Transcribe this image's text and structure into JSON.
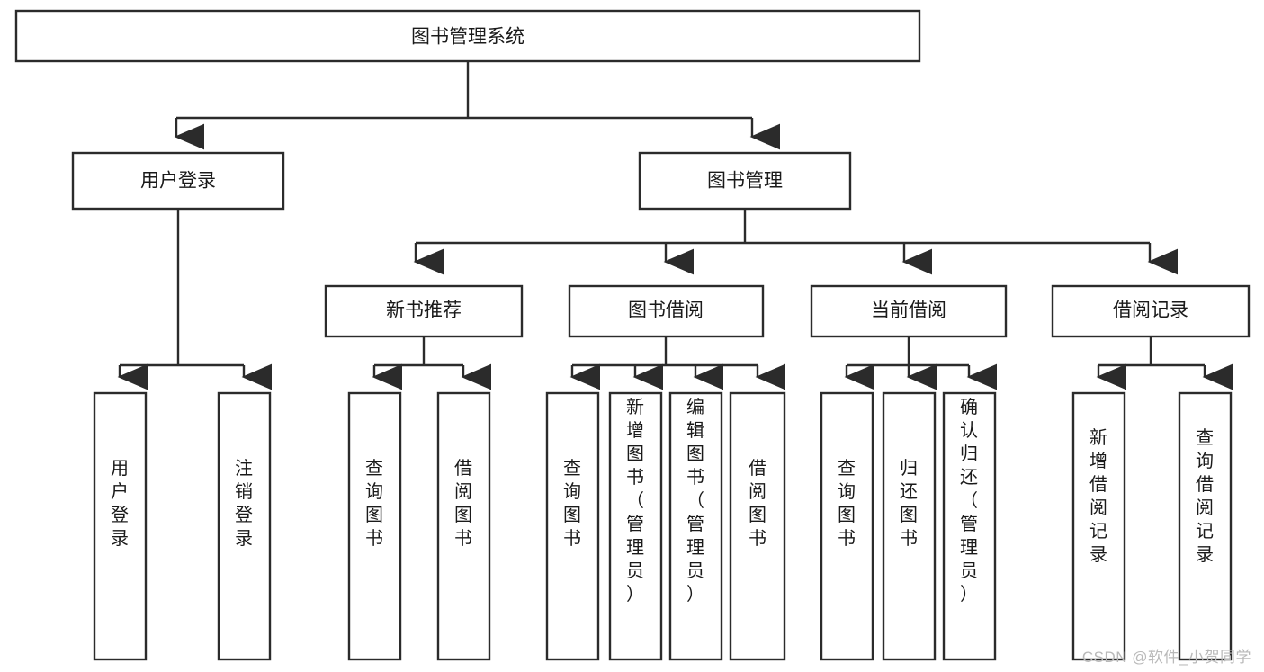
{
  "diagram": {
    "title": "图书管理系统",
    "type": "tree-hierarchy",
    "watermark": "CSDN @软件_小贺同学",
    "levels": {
      "root": {
        "label": "图书管理系统"
      },
      "level2": [
        {
          "id": "user-login",
          "label": "用户登录"
        },
        {
          "id": "book-manage",
          "label": "图书管理"
        }
      ],
      "level3": [
        {
          "id": "new-book-recommend",
          "label": "新书推荐",
          "parent": "book-manage"
        },
        {
          "id": "book-borrow",
          "label": "图书借阅",
          "parent": "book-manage"
        },
        {
          "id": "current-borrow",
          "label": "当前借阅",
          "parent": "book-manage"
        },
        {
          "id": "borrow-record",
          "label": "借阅记录",
          "parent": "book-manage"
        }
      ],
      "leaves": [
        {
          "id": "leaf-user-login",
          "label": "用户登录",
          "parent": "user-login"
        },
        {
          "id": "leaf-user-logout",
          "label": "注销登录",
          "parent": "user-login"
        },
        {
          "id": "leaf-query-book-1",
          "label": "查询图书",
          "parent": "new-book-recommend"
        },
        {
          "id": "leaf-borrow-book-1",
          "label": "借阅图书",
          "parent": "new-book-recommend"
        },
        {
          "id": "leaf-query-book-2",
          "label": "查询图书",
          "parent": "book-borrow"
        },
        {
          "id": "leaf-add-book",
          "label": "新增图书（管理员）",
          "parent": "book-borrow"
        },
        {
          "id": "leaf-edit-book",
          "label": "编辑图书（管理员）",
          "parent": "book-borrow"
        },
        {
          "id": "leaf-borrow-book-2",
          "label": "借阅图书",
          "parent": "book-borrow"
        },
        {
          "id": "leaf-query-book-3",
          "label": "查询图书",
          "parent": "current-borrow"
        },
        {
          "id": "leaf-return-book",
          "label": "归还图书",
          "parent": "current-borrow"
        },
        {
          "id": "leaf-confirm-return",
          "label": "确认归还（管理员）",
          "parent": "current-borrow"
        },
        {
          "id": "leaf-add-record",
          "label": "新增借阅记录",
          "parent": "borrow-record"
        },
        {
          "id": "leaf-query-record",
          "label": "查询借阅记录",
          "parent": "borrow-record"
        }
      ]
    },
    "colors": {
      "stroke": "#2b2b2b",
      "fill": "#ffffff",
      "text": "#1a1a1a",
      "watermark": "#b9b9b9"
    }
  }
}
